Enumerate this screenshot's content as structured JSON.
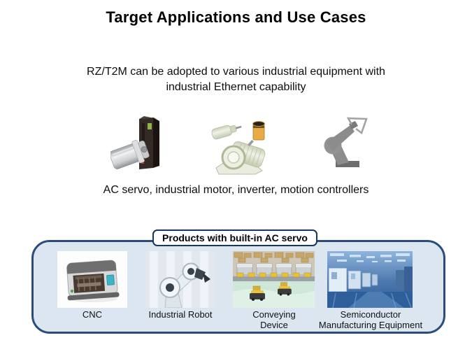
{
  "slide": {
    "title": "Target Applications and Use Cases",
    "subtitle": {
      "line1": "RZ/T2M can be adopted to various industrial equipment with",
      "line2": "industrial Ethernet capability"
    },
    "equipment_caption": "AC servo, industrial motor, inverter, motion controllers",
    "illustrations": [
      {
        "name": "ac-servo-drive-illustration"
      },
      {
        "name": "industrial-motor-illustration"
      },
      {
        "name": "robot-arm-illustration"
      }
    ],
    "products_box": {
      "label": "Products with built-in AC servo",
      "items": [
        {
          "caption": "CNC",
          "image": "cnc-machine-photo"
        },
        {
          "caption": "Industrial Robot",
          "image": "industrial-robot-photo"
        },
        {
          "caption": "Conveying Device",
          "image": "conveying-device-photo"
        },
        {
          "caption": "Semiconductor Manufacturing Equipment",
          "image": "semiconductor-manufacturing-equipment-photo"
        }
      ]
    },
    "colors": {
      "panel_fill": "#DCE6F1",
      "panel_border": "#2A4D7E",
      "label_border": "#17375E",
      "text": "#000000"
    }
  }
}
